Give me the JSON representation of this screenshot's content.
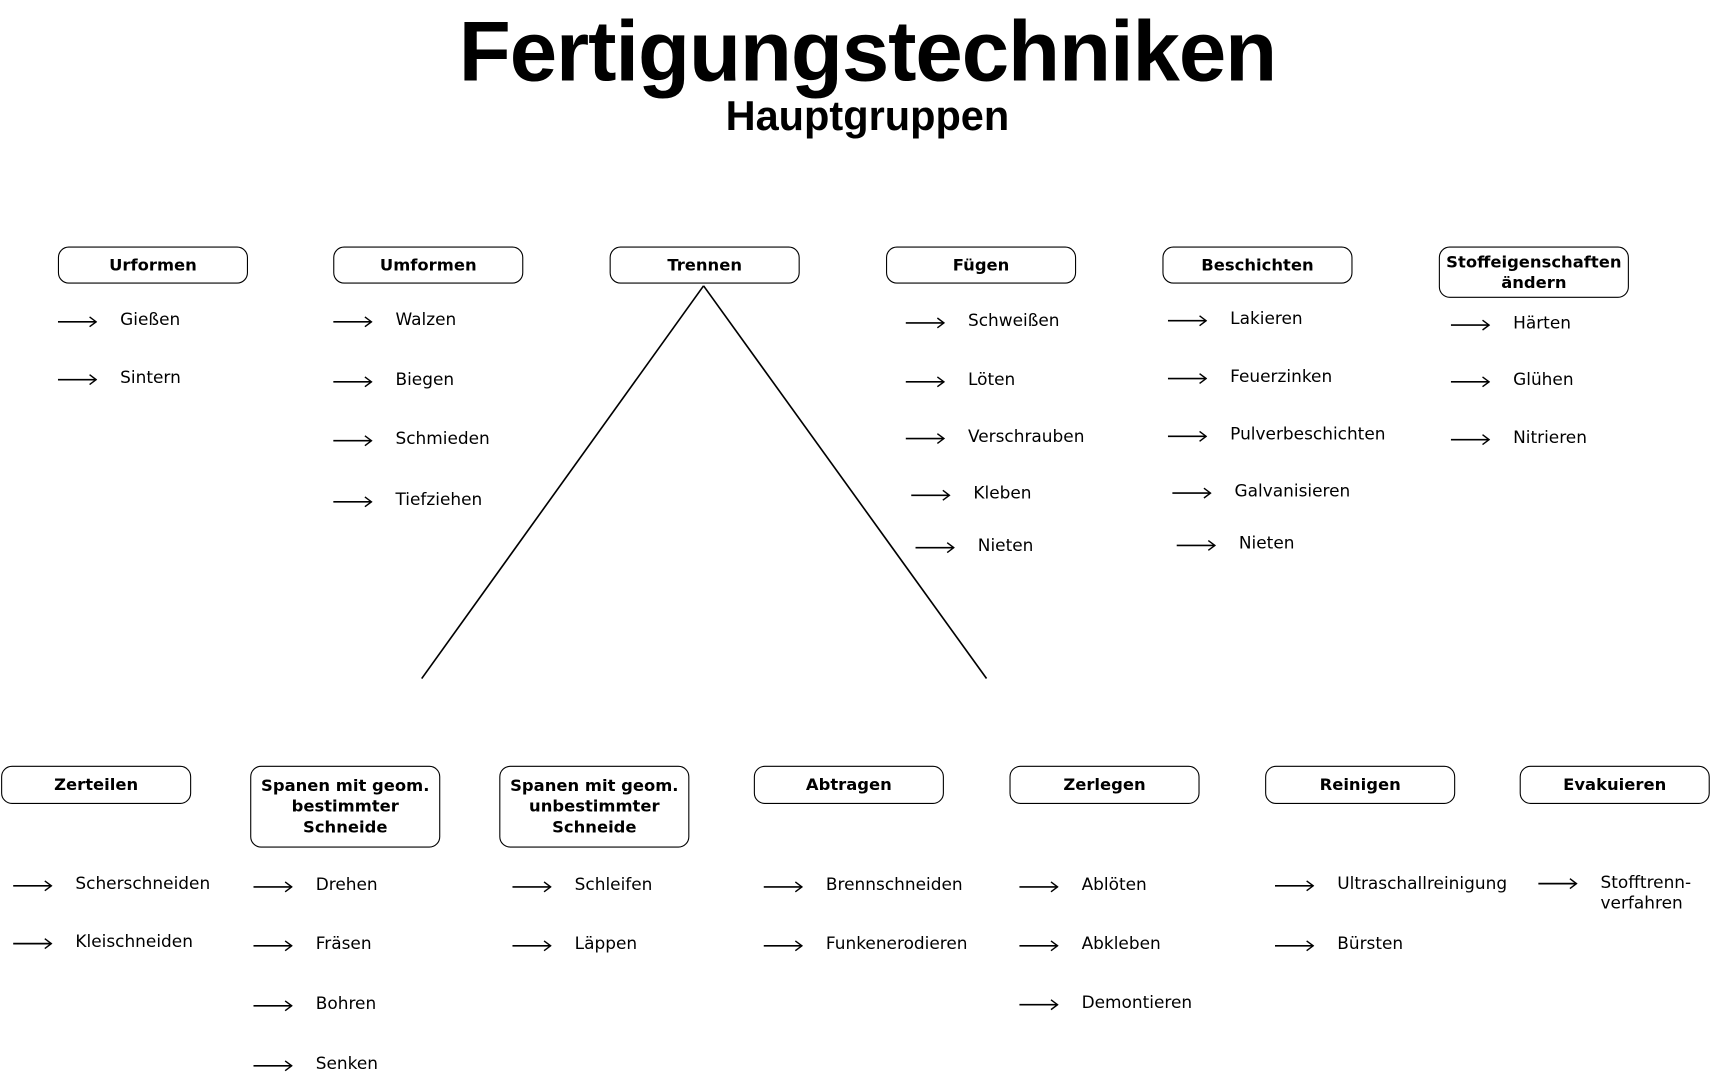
{
  "title": "Fertigungstechniken",
  "subtitle": "Hauptgruppen",
  "top_groups": [
    {
      "label": "Urformen",
      "items": [
        "Gießen",
        "Sintern"
      ]
    },
    {
      "label": "Umformen",
      "items": [
        "Walzen",
        "Biegen",
        "Schmieden",
        "Tiefziehen"
      ]
    },
    {
      "label": "Trennen",
      "items": []
    },
    {
      "label": "Fügen",
      "items": [
        "Schweißen",
        "Löten",
        "Verschrauben",
        "Kleben",
        "Nieten"
      ]
    },
    {
      "label": "Beschichten",
      "items": [
        "Lakieren",
        "Feuerzinken",
        "Pulverbeschichten",
        "Galvanisieren",
        "Nieten"
      ]
    },
    {
      "label": "Stoffeigenschaften ändern",
      "items": [
        "Härten",
        "Glühen",
        "Nitrieren"
      ]
    }
  ],
  "trennen_groups": [
    {
      "label": "Zerteilen",
      "items": [
        "Scherschneiden",
        "Kleischneiden"
      ]
    },
    {
      "label": "Spanen mit geom. bestimmter Schneide",
      "items": [
        "Drehen",
        "Fräsen",
        "Bohren",
        "Senken"
      ]
    },
    {
      "label": "Spanen mit geom. unbestimmter Schneide",
      "items": [
        "Schleifen",
        "Läppen"
      ]
    },
    {
      "label": "Abtragen",
      "items": [
        "Brennschneiden",
        "Funkenerodieren"
      ]
    },
    {
      "label": "Zerlegen",
      "items": [
        "Ablöten",
        "Abkleben",
        "Demontieren"
      ]
    },
    {
      "label": "Reinigen",
      "items": [
        "Ultraschallreinigung",
        "Bürsten"
      ]
    },
    {
      "label": "Evakuieren",
      "items": [
        "Stofftrenn-verfahren"
      ]
    }
  ]
}
